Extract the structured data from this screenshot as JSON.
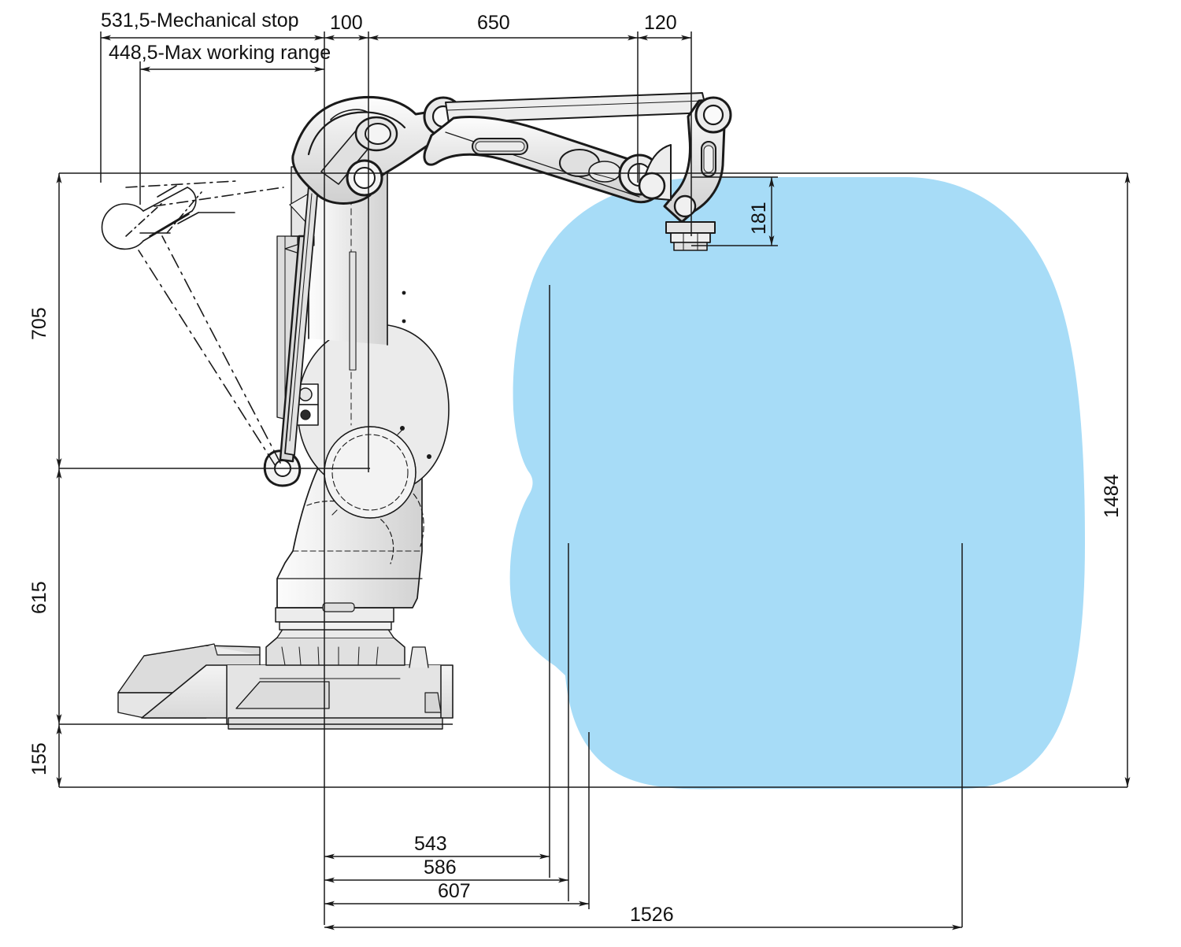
{
  "drawing": {
    "type": "engineering-dimension-drawing",
    "subject": "4-axis palletizing robot side elevation with work envelope",
    "units": "mm",
    "envelope_color": "#a7dcf7",
    "line_color": "#1a1a1a",
    "body_fill": "#e9e9e9"
  },
  "dimensions": {
    "top": [
      {
        "id": "mechanical-stop",
        "value": "531,5-Mechanical stop"
      },
      {
        "id": "max-working-range",
        "value": "448,5-Max working range"
      },
      {
        "id": "d100",
        "value": "100"
      },
      {
        "id": "d650",
        "value": "650"
      },
      {
        "id": "d120",
        "value": "120"
      }
    ],
    "left": [
      {
        "id": "d705",
        "value": "705"
      },
      {
        "id": "d615",
        "value": "615"
      },
      {
        "id": "d155",
        "value": "155"
      }
    ],
    "right": [
      {
        "id": "d1484",
        "value": "1484"
      }
    ],
    "inner": [
      {
        "id": "d181",
        "value": "181"
      }
    ],
    "bottom": [
      {
        "id": "d543",
        "value": "543"
      },
      {
        "id": "d586",
        "value": "586"
      },
      {
        "id": "d607",
        "value": "607"
      },
      {
        "id": "d1526",
        "value": "1526"
      }
    ]
  },
  "chart_data": {
    "type": "table",
    "title": "Robot reach / work envelope dimensions (mm)",
    "categories": [
      "531,5-Mechanical stop",
      "448,5-Max working range",
      "100",
      "650",
      "120",
      "705",
      "615",
      "155",
      "1484",
      "181",
      "543",
      "586",
      "607",
      "1526"
    ],
    "values": [
      531.5,
      448.5,
      100,
      650,
      120,
      705,
      615,
      155,
      1484,
      181,
      543,
      586,
      607,
      1526
    ]
  }
}
